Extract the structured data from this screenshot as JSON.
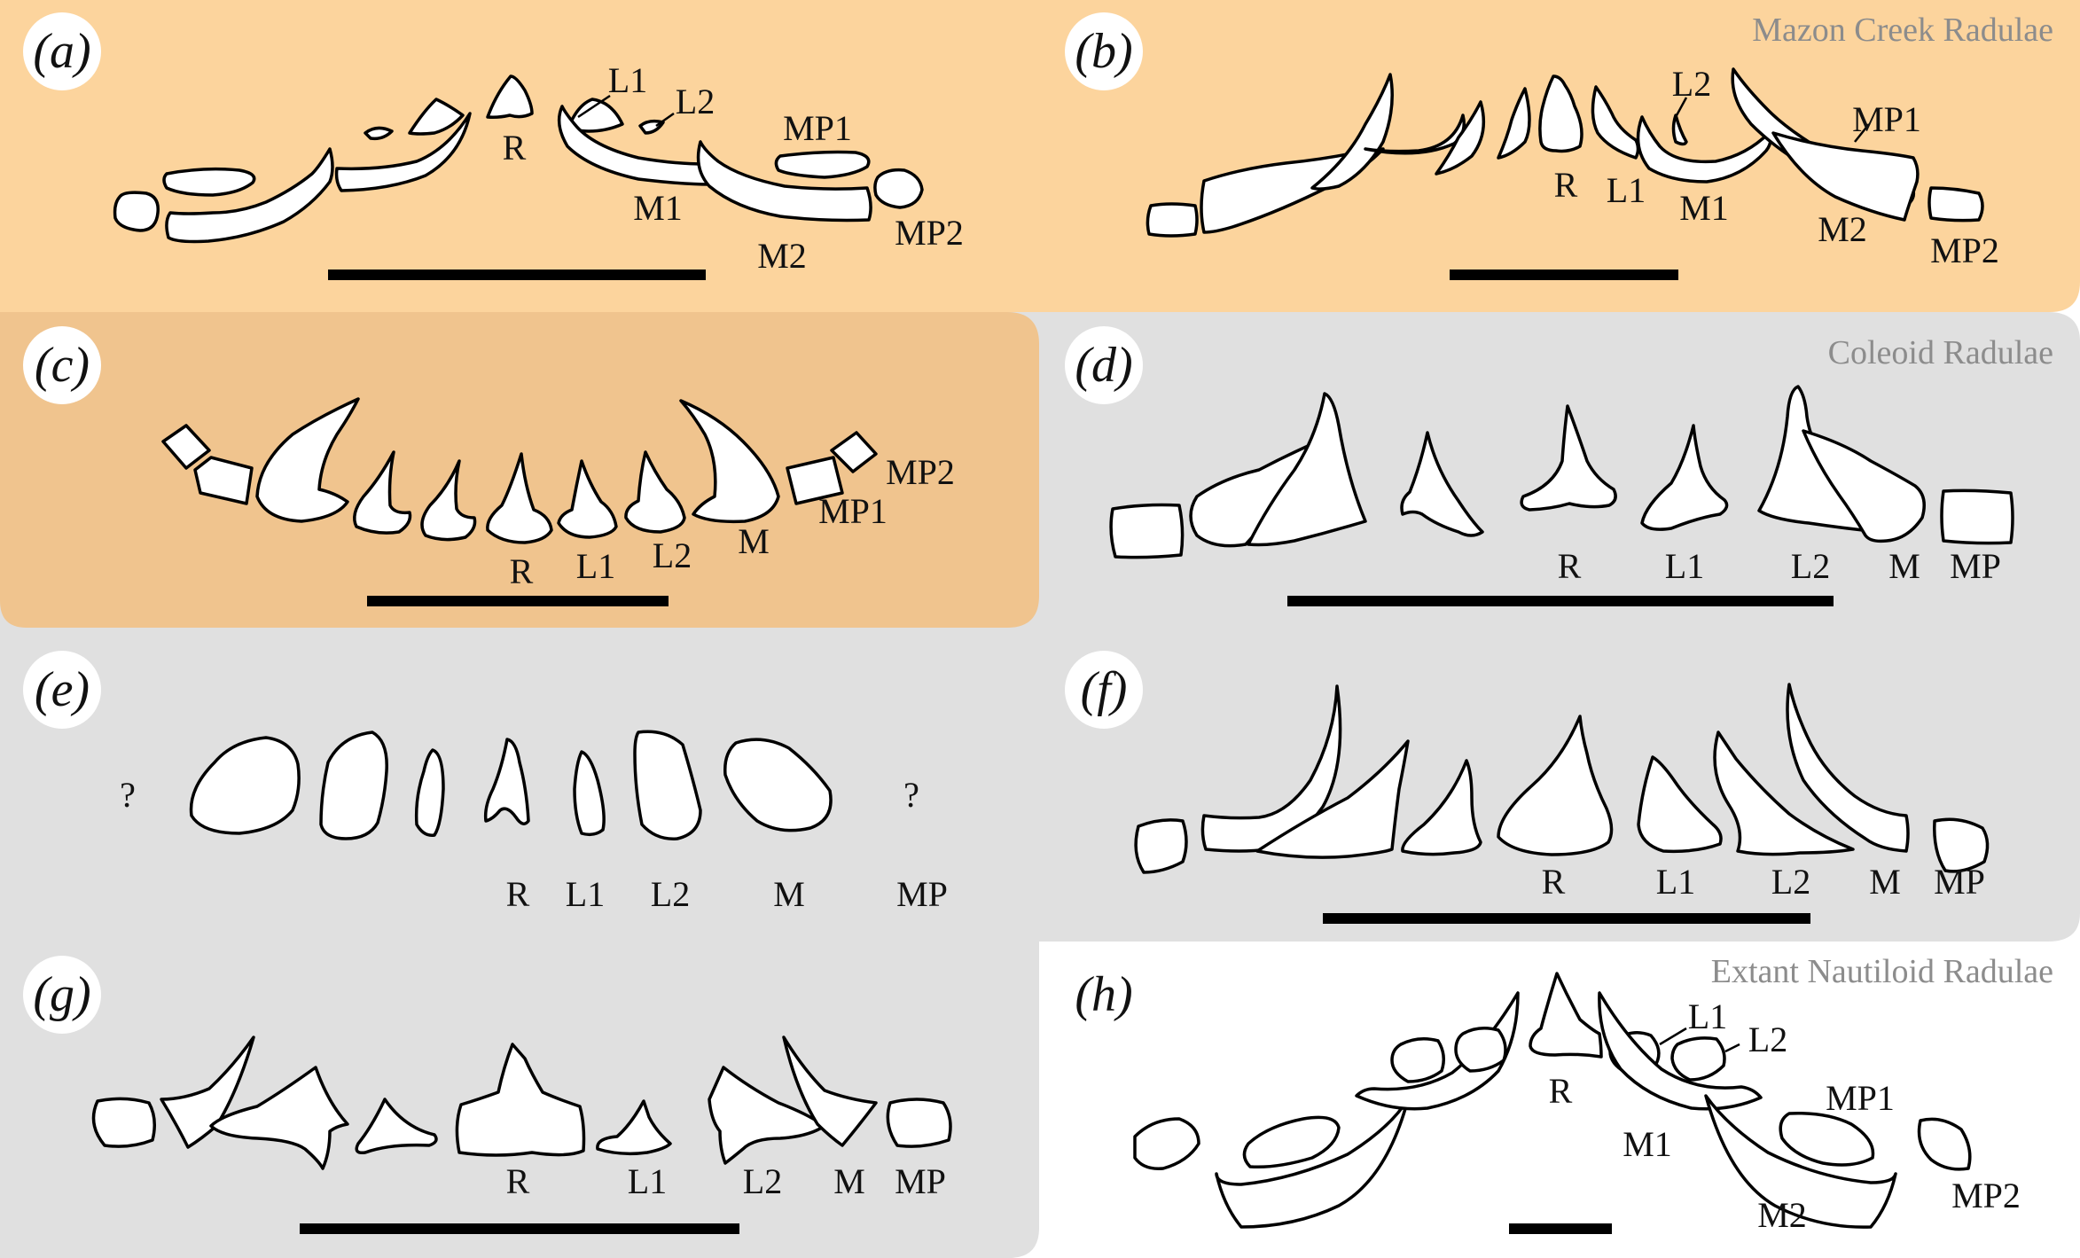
{
  "headers": {
    "mazon": "Mazon Creek Radulae",
    "coleoid": "Coleoid Radulae",
    "nautiloid": "Extant Nautiloid Radulae"
  },
  "colors": {
    "mazon_bg": "#fcd49d",
    "panel_c_bg": "#f0c48e",
    "coleoid_bg": "#e0e0e0",
    "grey_tooth": "#a6a6a6"
  },
  "panels": {
    "a": {
      "letter": "a",
      "labels": [
        "R",
        "L1",
        "L2",
        "M1",
        "M2",
        "MP1",
        "MP2"
      ]
    },
    "b": {
      "letter": "b",
      "labels": [
        "R",
        "L1",
        "L2",
        "M1",
        "M2",
        "MP1",
        "MP2"
      ]
    },
    "c": {
      "letter": "c",
      "labels": [
        "R",
        "L1",
        "L2",
        "M",
        "MP1",
        "MP2"
      ]
    },
    "d": {
      "letter": "d",
      "labels": [
        "R",
        "L1",
        "L2",
        "M",
        "MP"
      ]
    },
    "e": {
      "letter": "e",
      "labels": [
        "R",
        "L1",
        "L2",
        "M",
        "MP"
      ],
      "unknown": [
        "?",
        "?"
      ]
    },
    "f": {
      "letter": "f",
      "labels": [
        "R",
        "L1",
        "L2",
        "M",
        "MP"
      ]
    },
    "g": {
      "letter": "g",
      "labels": [
        "R",
        "L1",
        "L2",
        "M",
        "MP"
      ]
    },
    "h": {
      "letter": "h",
      "labels": [
        "R",
        "L1",
        "L2",
        "M1",
        "M2",
        "MP1",
        "MP2"
      ]
    }
  }
}
